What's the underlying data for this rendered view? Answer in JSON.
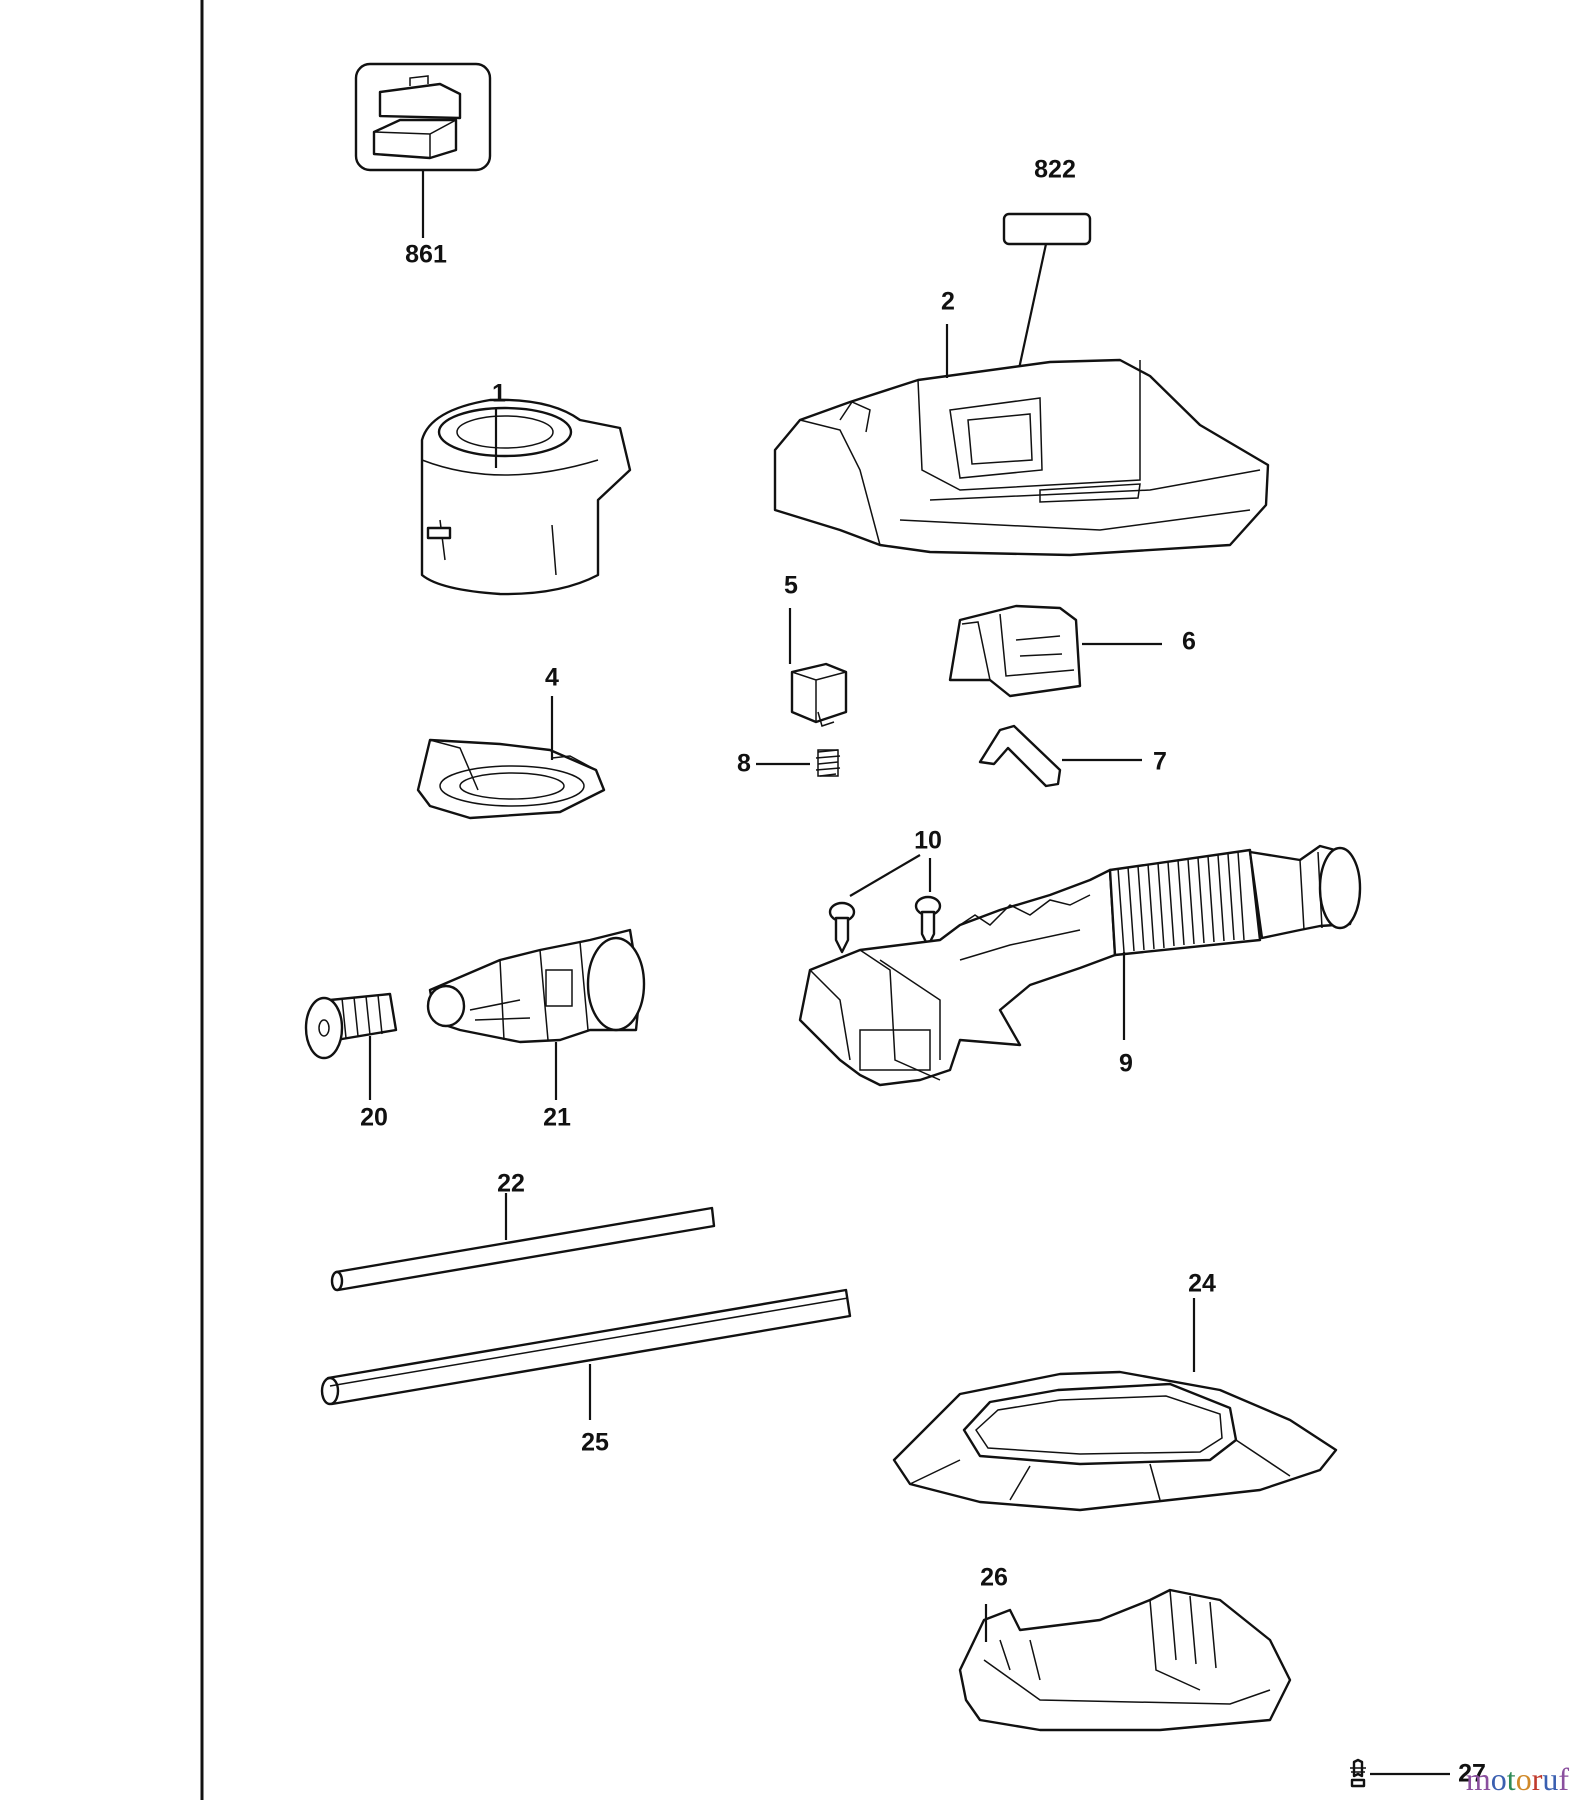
{
  "callouts": [
    {
      "id": "861",
      "text": "861"
    },
    {
      "id": "822",
      "text": "822"
    },
    {
      "id": "2",
      "text": "2"
    },
    {
      "id": "1",
      "text": "1"
    },
    {
      "id": "5",
      "text": "5"
    },
    {
      "id": "6",
      "text": "6"
    },
    {
      "id": "4",
      "text": "4"
    },
    {
      "id": "8",
      "text": "8"
    },
    {
      "id": "7",
      "text": "7"
    },
    {
      "id": "10",
      "text": "10"
    },
    {
      "id": "9",
      "text": "9"
    },
    {
      "id": "20",
      "text": "20"
    },
    {
      "id": "21",
      "text": "21"
    },
    {
      "id": "22",
      "text": "22"
    },
    {
      "id": "24",
      "text": "24"
    },
    {
      "id": "25",
      "text": "25"
    },
    {
      "id": "26",
      "text": "26"
    },
    {
      "id": "27",
      "text": "27"
    }
  ],
  "watermark": {
    "text": "motoruf",
    "colors": [
      "#8a4f9e",
      "#3a5fb0",
      "#2e8b57",
      "#d08a2a",
      "#c0392b",
      "#3a5fb0",
      "#8a4f9e"
    ]
  }
}
